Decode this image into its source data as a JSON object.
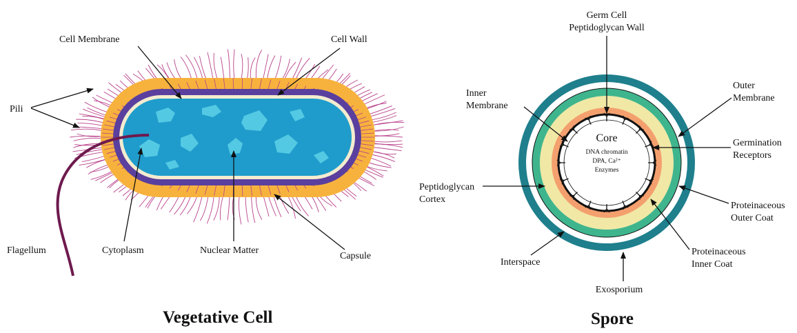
{
  "vegetative": {
    "title": "Vegetative Cell",
    "labels": {
      "cell_membrane": "Cell Membrane",
      "cell_wall": "Cell Wall",
      "pili": "Pili",
      "flagellum": "Flagellum",
      "cytoplasm": "Cytoplasm",
      "nuclear_matter": "Nuclear Matter",
      "capsule": "Capsule"
    },
    "colors": {
      "pili": "#b8408a",
      "capsule": "#f7b23d",
      "cell_wall": "#5a3f9e",
      "cytoplasm": "#1f9ccc",
      "nuclear_matter": "#5ed2e8",
      "flagellum": "#6e1a4e"
    }
  },
  "spore": {
    "title": "Spore",
    "labels": {
      "germ_cell_wall_line1": "Germ Cell",
      "germ_cell_wall_line2": "Peptidoglycan Wall",
      "inner_membrane_line1": "Inner",
      "inner_membrane_line2": "Membrane",
      "outer_membrane_line1": "Outer",
      "outer_membrane_line2": "Membrane",
      "germination_receptors_line1": "Germination",
      "germination_receptors_line2": "Receptors",
      "peptidoglycan_cortex_line1": "Peptidoglycan",
      "peptidoglycan_cortex_line2": "Cortex",
      "outer_coat_line1": "Proteinaceous",
      "outer_coat_line2": "Outer Coat",
      "inner_coat_line1": "Proteinaceous",
      "inner_coat_line2": "Inner Coat",
      "interspace": "Interspace",
      "exosporium": "Exosporium"
    },
    "core": {
      "title": "Core",
      "line1": "DNA chromatin",
      "line2": "DPA, Ca²⁺",
      "line3": "Enzymes"
    },
    "colors": {
      "exosporium": "#1f7f8c",
      "outer_coat": "#3fb58e",
      "cortex": "#f1e8a6",
      "inner_coat": "#f4a06e"
    }
  }
}
